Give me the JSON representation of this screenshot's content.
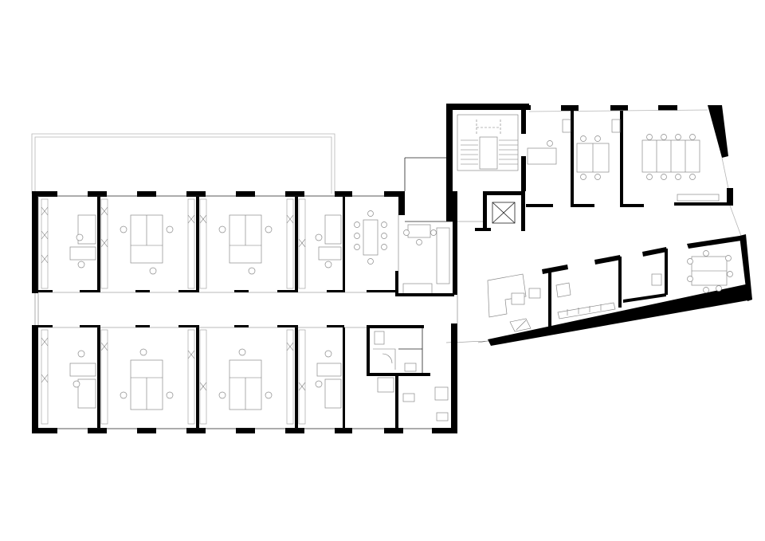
{
  "drawing": {
    "type": "architectural floor plan",
    "background_color": "#ffffff",
    "wall_color": "#000000",
    "furniture_color": "#8a8a8a",
    "text_labels": []
  },
  "zones": [
    {
      "id": "north-office-wing",
      "rooms": 5
    },
    {
      "id": "south-office-wing",
      "rooms": 5
    },
    {
      "id": "core",
      "features": [
        "staircase",
        "elevator",
        "kitchenette",
        "toilets"
      ]
    },
    {
      "id": "east-wing",
      "features": [
        "meeting rooms",
        "reception"
      ]
    }
  ]
}
